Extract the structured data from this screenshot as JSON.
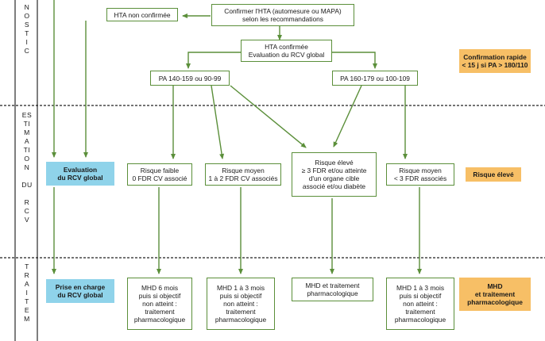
{
  "side_labels": {
    "diagnostic": "N\nO\nS\nT\nI\nC",
    "estimation": "ES\nTI\nM\nA\nTI\nO\nN\n\nDU\n\nR\nC\nV",
    "traitement": "T\nR\nA\nI\nT\nE\nM"
  },
  "boxes": {
    "confirm_hta": "Confirmer l'HTA (automesure ou MAPA)\nselon les recommandations",
    "hta_non_confirmee": "HTA non confirmée",
    "hta_confirmee": "HTA confirmée\nEvaluation du RCV global",
    "pa_140": "PA 140-159 ou 90-99",
    "pa_160": "PA 160-179 ou 100-109",
    "eval_rcv": "Evaluation\ndu RCV global",
    "risque_faible": "Risque faible\n0 FDR CV associé",
    "risque_moyen_1": "Risque moyen\n1 à 2 FDR CV associés",
    "risque_eleve": "Risque élevé\n≥ 3 FDR et/ou atteinte\nd'un organe cible\nassocié et/ou diabète",
    "risque_moyen_2": "Risque moyen\n< 3 FDR associés",
    "prise_en_charge": "Prise en charge\ndu RCV global",
    "mhd_6": "MHD 6 mois\npuis si objectif\nnon atteint :\ntraitement\npharmacologique",
    "mhd_1_3_a": "MHD 1 à 3 mois\npuis si objectif\nnon atteint :\ntraitement\npharmacologique",
    "mhd_traitement": "MHD et traitement\npharmacologique",
    "mhd_1_3_b": "MHD 1 à 3 mois\npuis si objectif\nnon atteint :\ntraitement\npharmacologique"
  },
  "notes": {
    "confirmation_rapide": "Confirmation rapide\n< 15 j si PA > 180/110",
    "risque_eleve": "Risque élevé",
    "mhd_traitement": "MHD\net traitement\npharmacologique"
  },
  "colors": {
    "arrow": "#5b8f3a",
    "blue": "#8fd3ea",
    "orange": "#f7bf66"
  }
}
